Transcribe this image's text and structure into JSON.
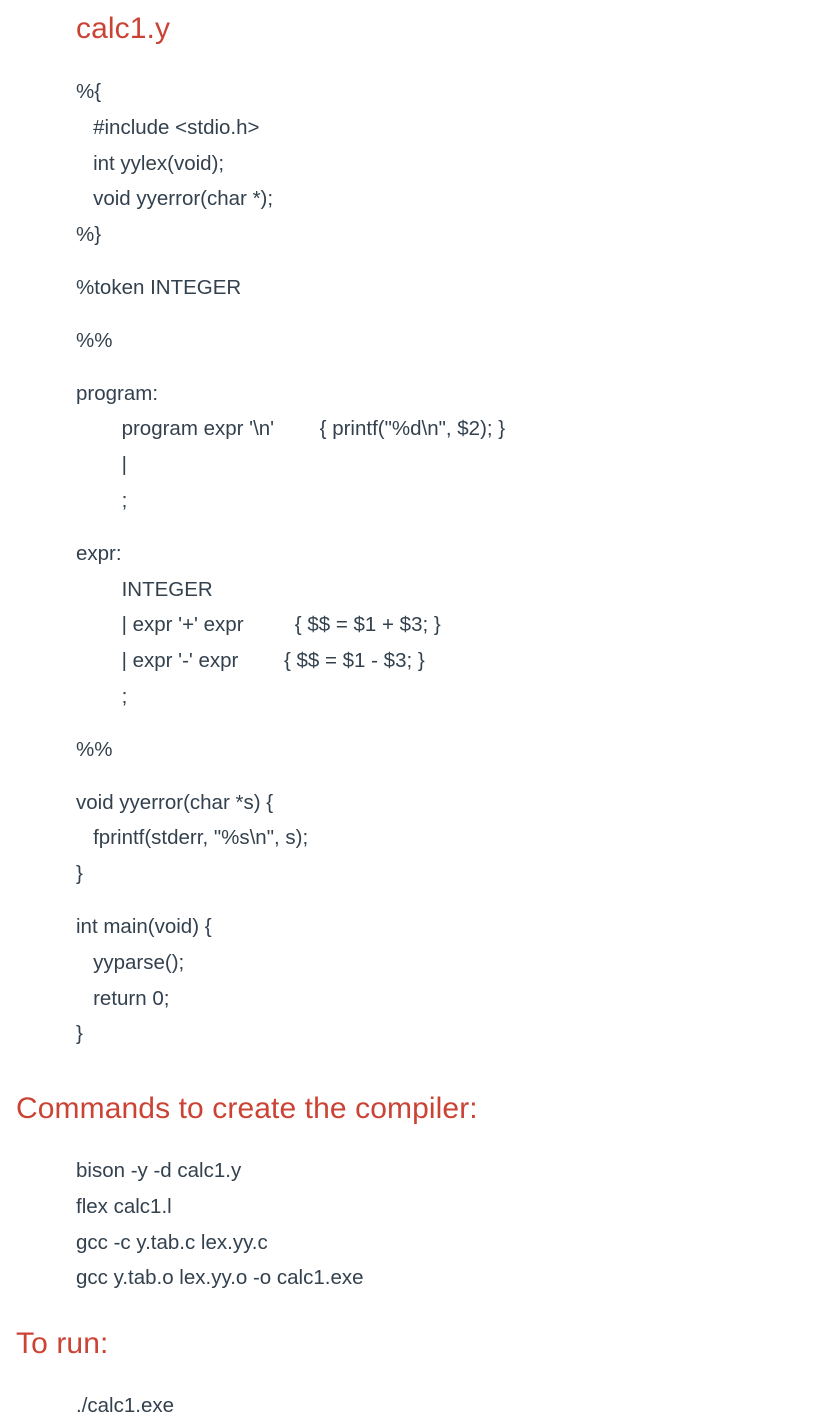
{
  "document": {
    "background_color": "#ffffff",
    "text_color": "#33414e",
    "accent_color": "#cb4335"
  },
  "title": {
    "label": "calc1.y"
  },
  "source_listing": {
    "name": "calc1.y",
    "lines": [
      "%{",
      "   #include <stdio.h>",
      "   int yylex(void);",
      "   void yyerror(char *);",
      "%}",
      "",
      "%token INTEGER",
      "",
      "%%",
      "",
      "program:",
      "        program expr '\\n'        { printf(\"%d\\n\", $2); }",
      "        |",
      "        ;",
      "",
      "expr:",
      "        INTEGER",
      "        | expr '+' expr         { $$ = $1 + $3; }",
      "        | expr '-' expr        { $$ = $1 - $3; }",
      "        ;",
      "",
      "%%",
      "",
      "void yyerror(char *s) {",
      "   fprintf(stderr, \"%s\\n\", s);",
      "}",
      "",
      "int main(void) {",
      "   yyparse();",
      "   return 0;",
      "}"
    ]
  },
  "commands_section": {
    "heading": "Commands to create the compiler:",
    "lines": [
      "bison -y -d calc1.y",
      "flex calc1.l",
      "gcc -c y.tab.c lex.yy.c",
      "gcc y.tab.o lex.yy.o -o calc1.exe"
    ]
  },
  "run_section": {
    "heading": "To run:",
    "lines": [
      "./calc1.exe"
    ]
  }
}
